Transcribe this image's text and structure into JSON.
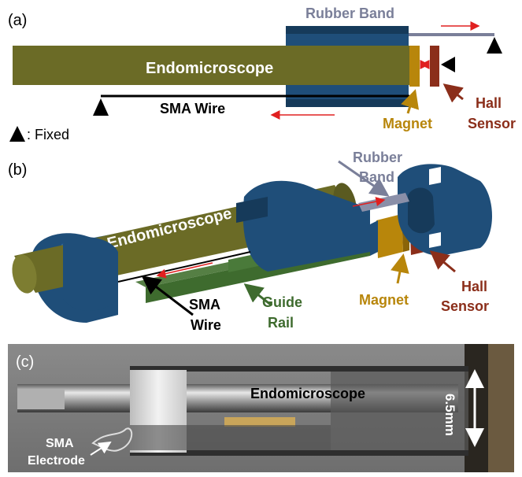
{
  "panels": {
    "a": {
      "letter": "(a)",
      "rubber_band": "Rubber Band",
      "endomicroscope": "Endomicroscope",
      "sma_wire": "SMA Wire",
      "fixed_legend": ": Fixed",
      "magnet": "Magnet",
      "hall_line1": "Hall",
      "hall_line2": "Sensor"
    },
    "b": {
      "letter": "(b)",
      "rubber_line1": "Rubber",
      "rubber_line2": "Band",
      "endomicroscope": "Endomicroscope",
      "sma_line1": "SMA",
      "sma_line2": "Wire",
      "guide_line1": "Guide",
      "guide_line2": "Rail",
      "magnet": "Magnet",
      "hall_line1": "Hall",
      "hall_line2": "Sensor"
    },
    "c": {
      "letter": "(c)",
      "endomicroscope": "Endomicroscope",
      "dimension": "6.5mm",
      "sma_line1": "SMA",
      "sma_line2": "Electrode"
    }
  },
  "colors": {
    "olive": "#6b6b26",
    "blue": "#1f4e79",
    "magnet": "#b8860b",
    "hall": "#8b2e1a",
    "rubber": "#7a7f99",
    "arrow_red": "#e02020",
    "guide_green": "#3e6b2e"
  }
}
